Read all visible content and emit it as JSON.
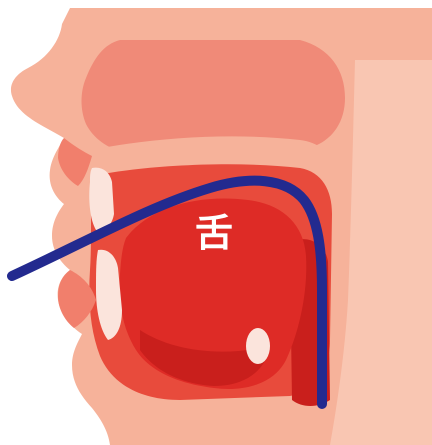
{
  "diagram": {
    "labels": {
      "tongue": "舌"
    },
    "colors": {
      "skin": "#f6b29a",
      "skin_light": "#f9c6b2",
      "nasal_cavity": "#f08a78",
      "oral_cavity": "#e84b3c",
      "tongue": "#de2b26",
      "tongue_shadow": "#c91f1c",
      "teeth": "#fbe4dc",
      "lips": "#f17f6c",
      "tube": "#232a8f",
      "label": "#ffffff",
      "background": "#ffffff"
    },
    "parts": [
      "face-profile",
      "nasal-cavity",
      "oral-cavity",
      "tongue",
      "upper-teeth",
      "lower-teeth",
      "throat",
      "tube"
    ]
  }
}
